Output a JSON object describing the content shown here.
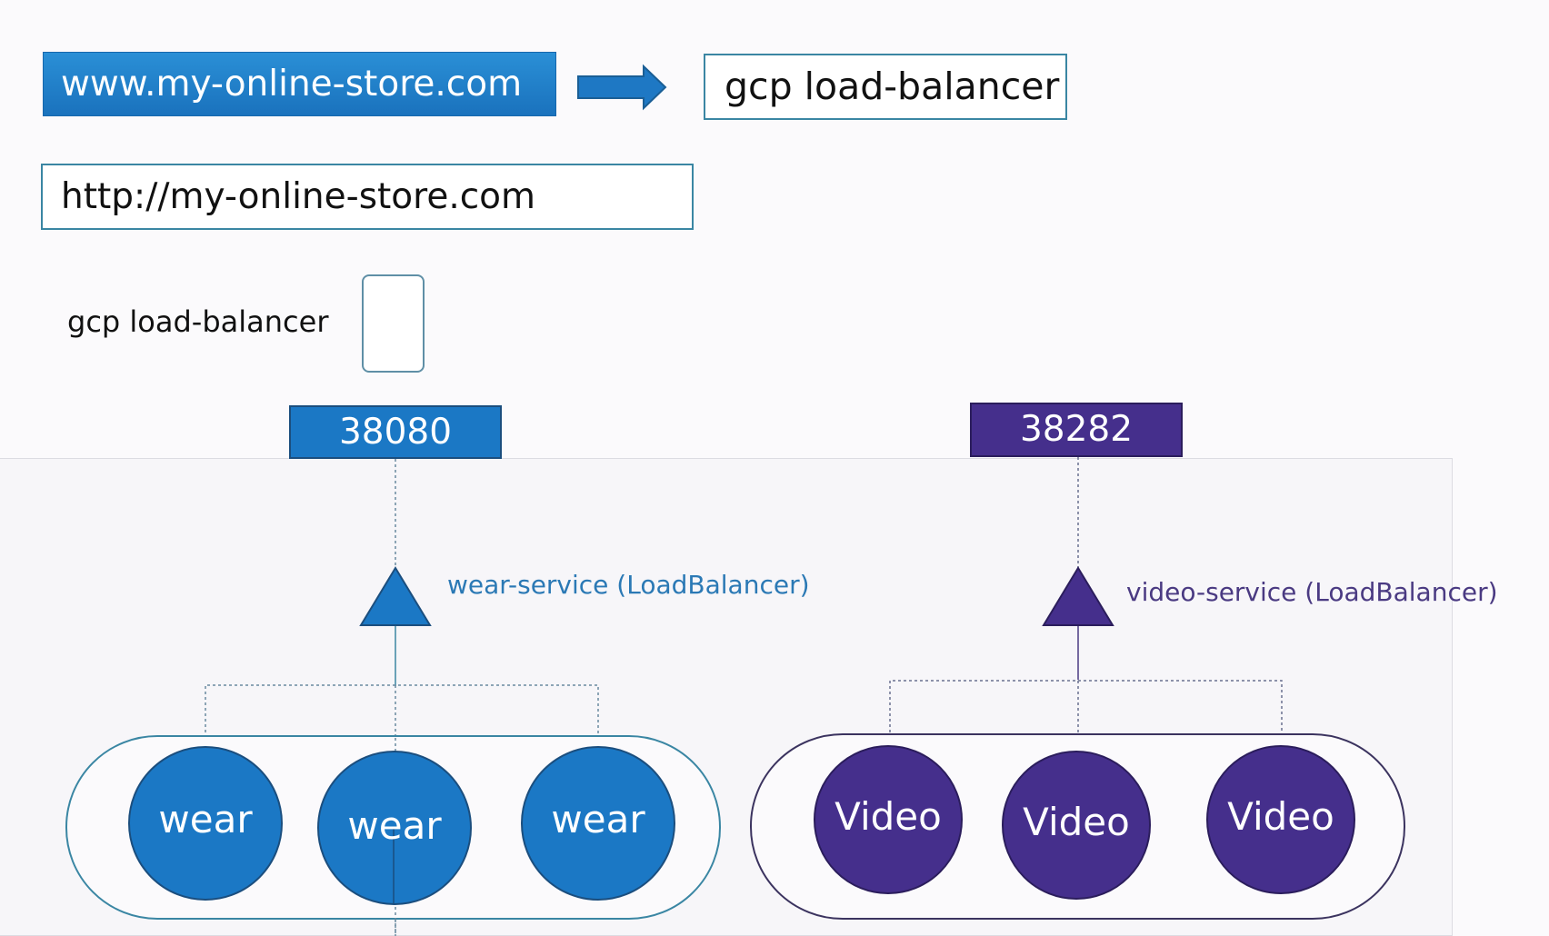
{
  "urls": {
    "www": "www.my-online-store.com",
    "http": "http://my-online-store.com"
  },
  "load_balancer": {
    "top_label": "gcp load-balancer",
    "side_label": "gcp load-balancer"
  },
  "ports": {
    "wear": "38080",
    "video": "38282"
  },
  "services": {
    "wear": "wear-service (LoadBalancer)",
    "video": "video-service (LoadBalancer)"
  },
  "pods": {
    "wear": [
      "wear",
      "wear",
      "wear"
    ],
    "video": [
      "Video",
      "Video",
      "Video"
    ]
  },
  "colors": {
    "wear": "#1b78c5",
    "video": "#452f8c",
    "border": "#3a86a3"
  }
}
